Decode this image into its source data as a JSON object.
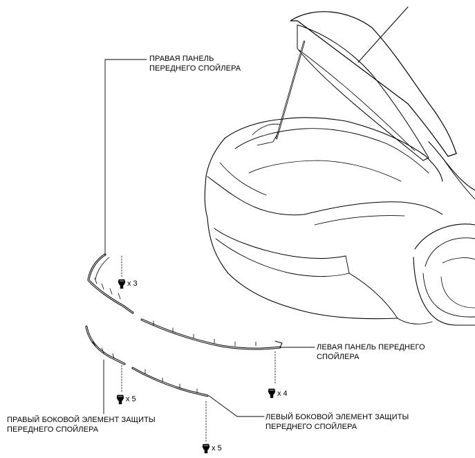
{
  "labels": {
    "right_front_spoiler_panel": [
      "ПРАВАЯ ПАНЕЛЬ",
      "ПЕРЕДНЕГО СПОЙЛЕРА"
    ],
    "left_front_spoiler_panel": [
      "ЛЕВАЯ ПАНЕЛЬ ПЕРЕДНЕГО",
      "СПОЙЛЕРА"
    ],
    "right_side_guard": [
      "ПРАВЫЙ БОКОВОЙ ЭЛЕМЕНТ ЗАЩИТЫ",
      "ПЕРЕДНЕГО СПОЙЛЕРА"
    ],
    "left_side_guard": [
      "ЛЕВЫЙ БОКОВОЙ ЭЛЕМЕНТ ЗАЩИТЫ",
      "ПЕРЕДНЕГО СПОЙЛЕРА"
    ]
  },
  "fasteners": {
    "right_panel_qty": "x 3",
    "left_panel_qty": "x 4",
    "right_guard_qty": "x 5",
    "left_guard_qty": "x 5"
  },
  "icons": [
    "screw-icon",
    "screw-icon",
    "screw-icon",
    "screw-icon"
  ]
}
